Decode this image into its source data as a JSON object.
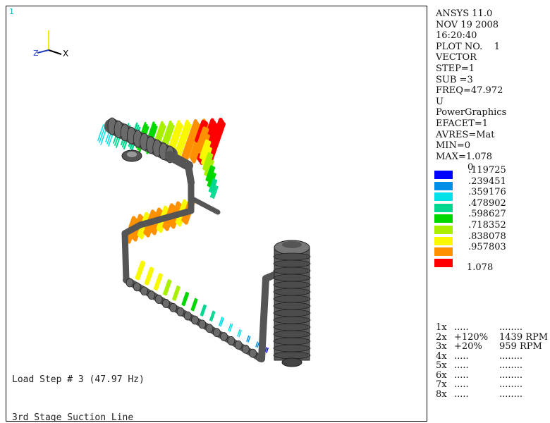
{
  "viewport": {
    "window_number": "1",
    "triad": {
      "z_label": "Z",
      "x_label": "X"
    },
    "captions": {
      "load_step": "Load Step # 3 (47.97 Hz)",
      "title": "3rd Stage Suction Line"
    }
  },
  "info": {
    "lines": [
      "ANSYS 11.0",
      "NOV 19 2008",
      "16:20:40",
      "PLOT NO.    1",
      "VECTOR",
      "STEP=1",
      "SUB =3",
      "FREQ=47.972",
      "U",
      "PowerGraphics",
      "EFACET=1",
      "AVRES=Mat",
      "MIN=0",
      "MAX=1.078"
    ]
  },
  "legend": {
    "min_label": "0",
    "max_label": "1.078",
    "bands": [
      {
        "label": ".119725",
        "color": "#0000ff"
      },
      {
        "label": ".239451",
        "color": "#0090e8"
      },
      {
        "label": ".359176",
        "color": "#00e0e8"
      },
      {
        "label": ".478902",
        "color": "#00d890"
      },
      {
        "label": ".598627",
        "color": "#00d800"
      },
      {
        "label": ".718352",
        "color": "#a8f000"
      },
      {
        "label": ".838078",
        "color": "#f8f800"
      },
      {
        "label": ".957803",
        "color": "#ff9000"
      },
      {
        "label": "",
        "color": "#ff0000"
      }
    ]
  },
  "harmonics": [
    {
      "order": "1x",
      "amp": ".....",
      "speed": "........"
    },
    {
      "order": "2x",
      "amp": "+120%",
      "speed": "1439 RPM"
    },
    {
      "order": "3x",
      "amp": "+20%",
      "speed": "959 RPM"
    },
    {
      "order": "4x",
      "amp": ".....",
      "speed": "........"
    },
    {
      "order": "5x",
      "amp": ".....",
      "speed": "........"
    },
    {
      "order": "6x",
      "amp": ".....",
      "speed": "........"
    },
    {
      "order": "7x",
      "amp": ".....",
      "speed": "........"
    },
    {
      "order": "8x",
      "amp": ".....",
      "speed": "........"
    }
  ]
}
